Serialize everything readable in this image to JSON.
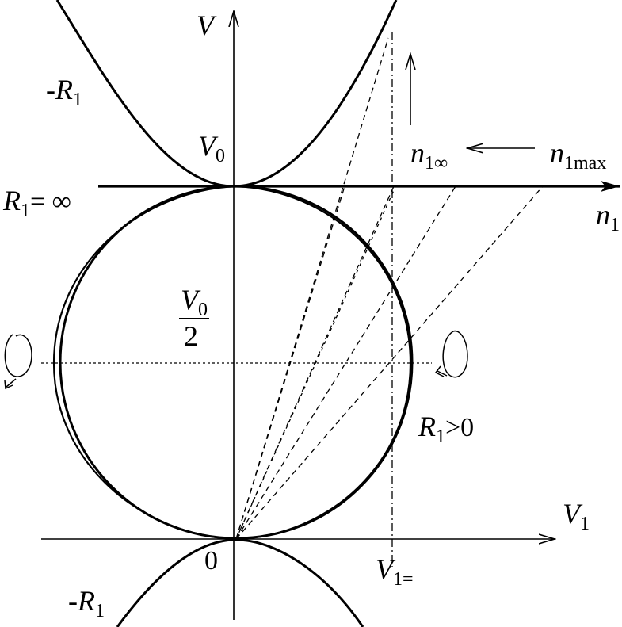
{
  "labels": {
    "v_axis": "V",
    "v0": "V",
    "v0_sub": "0",
    "v0_half_num": "V",
    "v0_half_num_sub": "0",
    "v0_half_den": "2",
    "n1_axis": "n",
    "n1_axis_sub": "1",
    "n1_inf": "n",
    "n1_inf_sub": "1∞",
    "n1_max": "n",
    "n1_max_sub": "1max",
    "v1_axis": "V",
    "v1_axis_sub": "1",
    "v1_eq": "V",
    "v1_eq_sub": "1=",
    "origin": "0",
    "neg_r1_top": "-R",
    "neg_r1_top_sub": "1",
    "neg_r1_bottom": "-R",
    "neg_r1_bottom_sub": "1",
    "r1_inf": "R",
    "r1_inf_sub": "1",
    "r1_inf_rest": "= ∞",
    "r1_pos": "R",
    "r1_pos_sub": "1",
    "r1_pos_rest": ">0"
  },
  "colors": {
    "ink": "#000000",
    "background": "#ffffff"
  }
}
